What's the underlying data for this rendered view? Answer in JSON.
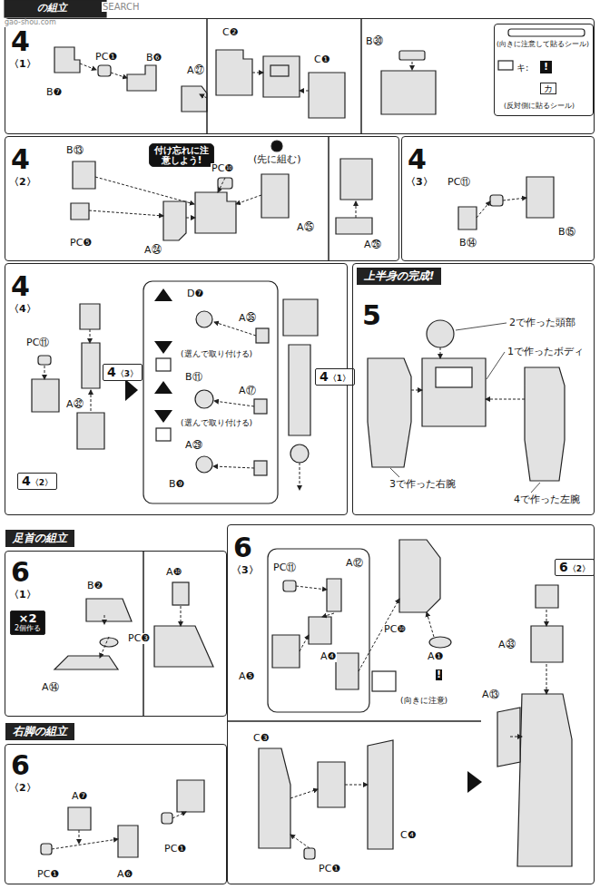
{
  "diagram": {
    "nodes": [
      {
        "text": [
          "4",
          "〈1〉"
        ]
      },
      {
        "text": [
          "(向きに注意して貼るシール)",
          "キ:",
          "!",
          "カ",
          "(反対側に貼るシール)"
        ],
        "in": 0
      },
      {
        "text": [
          "4",
          "〈2〉"
        ]
      },
      {
        "text": [
          "付け忘れに注意しよう!"
        ],
        "in": 2
      },
      {
        "text": [
          "4",
          "〈3〉"
        ]
      },
      {
        "text": [
          "4",
          "〈4〉"
        ]
      },
      {
        "text": [
          "4",
          "〈3〉"
        ],
        "in": 5
      },
      {
        "text": [
          "4",
          "〈2〉"
        ],
        "in": 5
      },
      {
        "text": [
          "4",
          "〈1〉"
        ],
        "in": 5
      },
      {
        "text": [
          "上半身の完成!",
          "5"
        ]
      },
      {
        "text": [
          "足首の組立",
          "6",
          "〈1〉"
        ]
      },
      {
        "text": [
          "×2",
          "2個作る"
        ],
        "in": 10
      },
      {
        "text": [
          "右脚の組立",
          "6",
          "〈2〉"
        ]
      },
      {
        "text": [
          "6",
          "〈3〉"
        ]
      },
      {
        "text": [
          "6",
          "〈2〉"
        ],
        "in": 13
      }
    ],
    "labels": [
      "SEARCH",
      "gao-shou.com",
      "の組立",
      "PC❶",
      "B❻",
      "B❼",
      "A㉗",
      "C❷",
      "C❶",
      "B㉚",
      "B⑬",
      "(先に組む)",
      "PC❿",
      "PC❺",
      "A㉕",
      "A㉔",
      "A㉖",
      "PC⑪",
      "B⑭",
      "B⑮",
      "PC⑪",
      "A㉜",
      "D❼",
      "A㉟",
      "(選んで取り付ける)",
      "B⑪",
      "A⑰",
      "(選んで取り付ける)",
      "A㉙",
      "B❾",
      "2で作った頭部",
      "1で作ったボディ",
      "3で作った右腕",
      "4で作った左腕",
      "B❷",
      "PC❸",
      "A⑭",
      "A❿",
      "A❼",
      "PC❶",
      "A❻",
      "PC❶",
      "PC⑪",
      "A⑫",
      "A❹",
      "A❺",
      "PC❿",
      "A❶",
      "!",
      "(向きに注意)",
      "C❸",
      "C❹",
      "PC❶",
      "A㉝",
      "A⑬"
    ]
  }
}
